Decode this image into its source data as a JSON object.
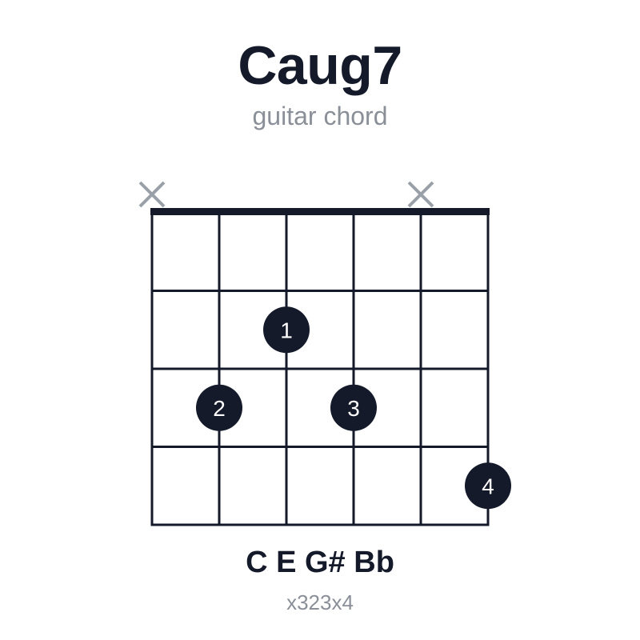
{
  "chord": {
    "name": "Caug7",
    "subtitle": "guitar chord",
    "notes": "C E G# Bb",
    "fingering": "x323x4"
  },
  "strings": [
    {
      "string": 6,
      "state": "muted",
      "fret": null,
      "finger": null
    },
    {
      "string": 5,
      "state": "fretted",
      "fret": 3,
      "finger": "2"
    },
    {
      "string": 4,
      "state": "fretted",
      "fret": 2,
      "finger": "1"
    },
    {
      "string": 3,
      "state": "fretted",
      "fret": 3,
      "finger": "3"
    },
    {
      "string": 2,
      "state": "muted",
      "fret": null,
      "finger": null
    },
    {
      "string": 1,
      "state": "fretted",
      "fret": 4,
      "finger": "4"
    }
  ],
  "frets_shown": 4,
  "colors": {
    "ink": "#141a2a",
    "muted": "#9aa0a8",
    "dot_text": "#ffffff",
    "subtle_text": "#8a8f98"
  }
}
